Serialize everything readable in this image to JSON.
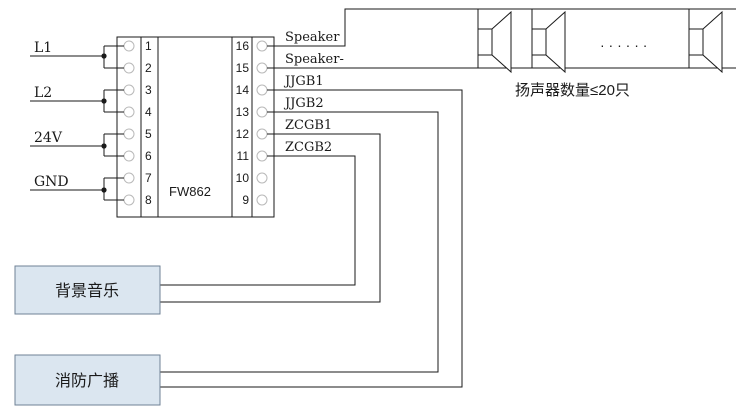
{
  "module": {
    "name": "FW862",
    "left_terminals": [
      "1",
      "2",
      "3",
      "4",
      "5",
      "6",
      "7",
      "8"
    ],
    "right_terminals": [
      "16",
      "15",
      "14",
      "13",
      "12",
      "11",
      "10",
      "9"
    ]
  },
  "inputs": [
    "L1",
    "L2",
    "24V",
    "GND"
  ],
  "outputs": [
    "Speaker",
    "Speaker-",
    "JJGB1",
    "JJGB2",
    "ZCGB1",
    "ZCGB2"
  ],
  "speakers": {
    "ellipsis": "· · · · · ·",
    "note": "扬声器数量≤20只"
  },
  "sources": {
    "background_music": "背景音乐",
    "fire_broadcast": "消防广播"
  },
  "colors": {
    "line": "#1a1a1a",
    "box_fill": "#dbe6f0",
    "box_stroke": "#6f8296",
    "terminal": "#b9b9b9"
  }
}
